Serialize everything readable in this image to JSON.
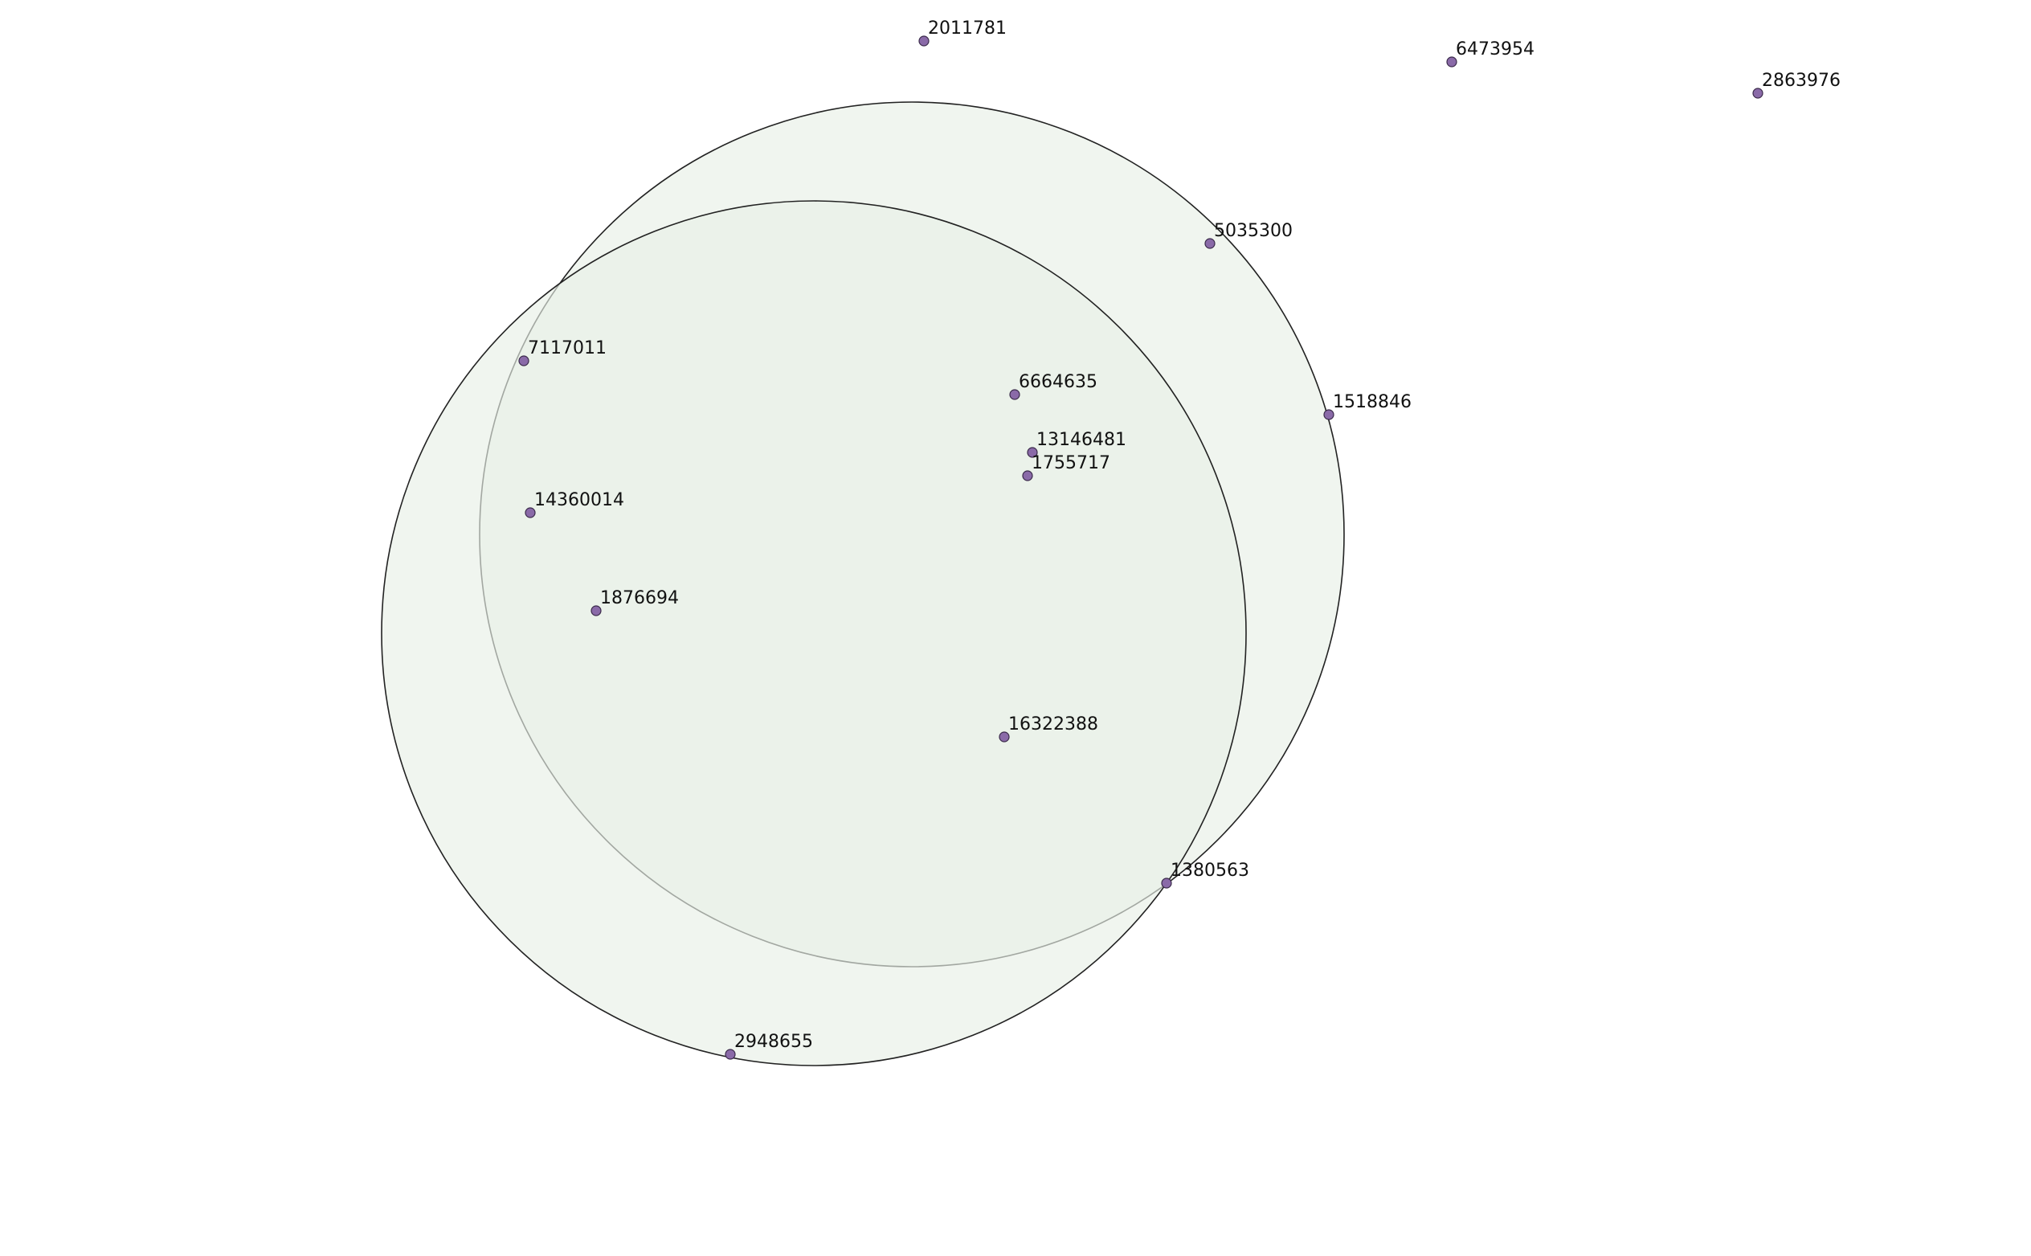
{
  "diagram": {
    "type": "venn-scatter",
    "colors": {
      "circle_fill": "#e8efe6",
      "circle_stroke": "#222222",
      "point_fill": "#8a6aa8",
      "point_stroke": "#3a2a4a",
      "label": "#111111"
    },
    "points": [
      {
        "id": "p1",
        "label": "2011781"
      },
      {
        "id": "p2",
        "label": "6473954"
      },
      {
        "id": "p3",
        "label": "2863976"
      },
      {
        "id": "p4",
        "label": "5035300"
      },
      {
        "id": "p5",
        "label": "7117011"
      },
      {
        "id": "p6",
        "label": "6664635"
      },
      {
        "id": "p7",
        "label": "1518846"
      },
      {
        "id": "p8",
        "label": "13146481"
      },
      {
        "id": "p9",
        "label": "1755717"
      },
      {
        "id": "p10",
        "label": "14360014"
      },
      {
        "id": "p11",
        "label": "1876694"
      },
      {
        "id": "p12",
        "label": "16322388"
      },
      {
        "id": "p13",
        "label": "1380563"
      },
      {
        "id": "p14",
        "label": "2948655"
      }
    ]
  }
}
